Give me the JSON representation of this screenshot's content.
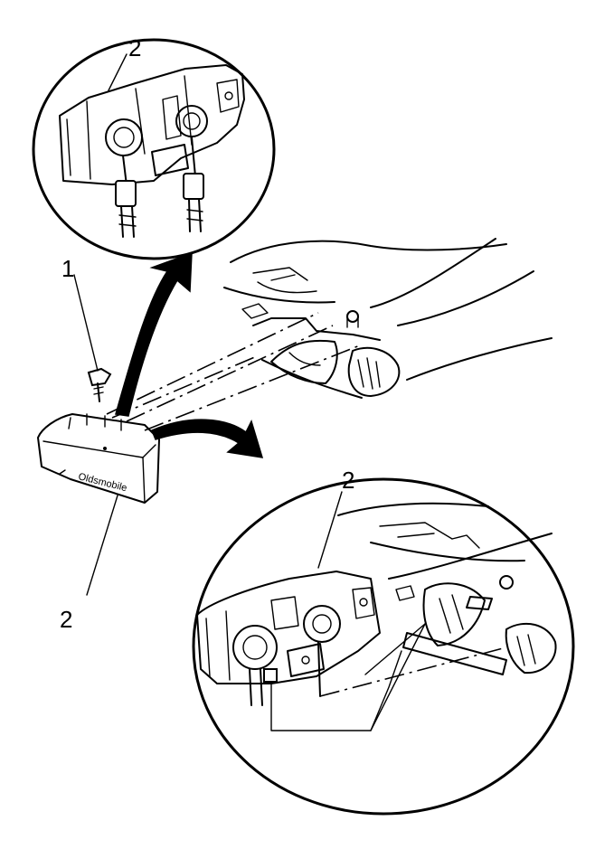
{
  "callouts": {
    "label_1": "1",
    "label_2_top": "2",
    "label_2_left": "2",
    "label_2_bottom": "2"
  },
  "lamp_brand_text": "Oldsmobile"
}
